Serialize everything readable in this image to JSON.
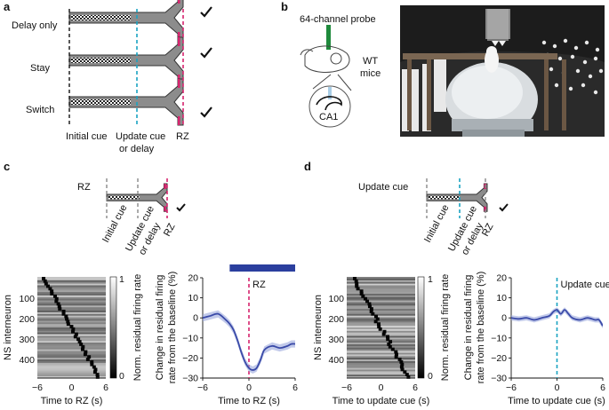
{
  "panel_a": {
    "label": "a",
    "rows": [
      "Delay only",
      "Stay",
      "Switch"
    ],
    "bottom_labels": {
      "initial": "Initial cue",
      "update_1": "Update cue",
      "update_2": "or delay",
      "rz": "RZ"
    }
  },
  "panel_b": {
    "label": "b",
    "probe": "64-channel probe",
    "mouse_1": "WT",
    "mouse_2": "mice",
    "region": "CA1"
  },
  "panel_c": {
    "label": "c",
    "schematic_title": "RZ",
    "schematic_labels": {
      "initial": "Initial cue",
      "update_1": "Update cue",
      "update_2": "or delay",
      "rz": "RZ"
    }
  },
  "panel_d": {
    "label": "d",
    "schematic_title": "Update cue",
    "schematic_labels": {
      "initial": "Initial cue",
      "update_1": "Update cue",
      "update_2": "or delay",
      "rz": "RZ"
    }
  },
  "colors": {
    "update_line": "#1aa3c2",
    "rz_line": "#d6246e",
    "trace": "#3a4aa8",
    "sig_bar": "#2b3f9e",
    "track": "#8c8c8c"
  },
  "chart_data": [
    {
      "type": "heatmap",
      "panel": "c",
      "xlabel": "Time to RZ (s)",
      "ylabel": "NS interneuron",
      "xticks": [
        "−6",
        "0",
        "6"
      ],
      "yticks": [
        "100",
        "200",
        "300",
        "400"
      ],
      "xlim": [
        -6,
        6
      ],
      "ylim": [
        1,
        480
      ],
      "colorbar": {
        "label": "Norm. residual firing rate",
        "min": "0",
        "max": "1"
      }
    },
    {
      "type": "line",
      "panel": "c",
      "xlabel": "Time to RZ (s)",
      "ylabel_1": "Change in residual firing",
      "ylabel_2": "rate from the baseline (%)",
      "xticks": [
        "−6",
        "0",
        "6"
      ],
      "yticks": [
        "20",
        "10",
        "0",
        "−10",
        "−20",
        "−30"
      ],
      "xlim": [
        -6,
        6
      ],
      "ylim": [
        -30,
        20
      ],
      "event_label": "RZ",
      "event_x": 0,
      "significance_bar": [
        -2.5,
        6
      ],
      "x": [
        -6,
        -5,
        -4,
        -3,
        -2.5,
        -2,
        -1.5,
        -1,
        -0.5,
        0,
        0.5,
        1,
        1.5,
        2,
        3,
        4,
        5,
        5.5,
        6
      ],
      "y": [
        0,
        1,
        2,
        -1,
        -3,
        -6,
        -11,
        -17,
        -22,
        -25,
        -26,
        -25,
        -21,
        -16,
        -14,
        -15,
        -14,
        -13,
        -13
      ],
      "error": 1.8
    },
    {
      "type": "heatmap",
      "panel": "d",
      "xlabel": "Time to update cue (s)",
      "ylabel": "NS interneuron",
      "xticks": [
        "−6",
        "0",
        "6"
      ],
      "yticks": [
        "100",
        "200",
        "300",
        "400"
      ],
      "xlim": [
        -6,
        6
      ],
      "ylim": [
        1,
        480
      ],
      "colorbar": {
        "label": "Norm. residual firing rate",
        "min": "0",
        "max": "1"
      }
    },
    {
      "type": "line",
      "panel": "d",
      "xlabel": "Time to update cue (s)",
      "ylabel_1": "Change in residual firing",
      "ylabel_2": "rate from the baseline (%)",
      "xticks": [
        "−6",
        "0",
        "6"
      ],
      "yticks": [
        "20",
        "10",
        "0",
        "−10",
        "−20",
        "−30"
      ],
      "xlim": [
        -6,
        6
      ],
      "ylim": [
        -30,
        20
      ],
      "event_label": "Update cue",
      "event_x": 0,
      "x": [
        -6,
        -5,
        -4,
        -3,
        -2,
        -1,
        -0.5,
        0,
        0.5,
        1,
        1.5,
        2,
        3,
        4,
        5,
        5.5,
        6
      ],
      "y": [
        0,
        -0.5,
        0,
        -1,
        0,
        1,
        3,
        4,
        2,
        4,
        2,
        0,
        -1,
        0,
        -1,
        -1,
        -4
      ],
      "error": 1.3
    }
  ]
}
